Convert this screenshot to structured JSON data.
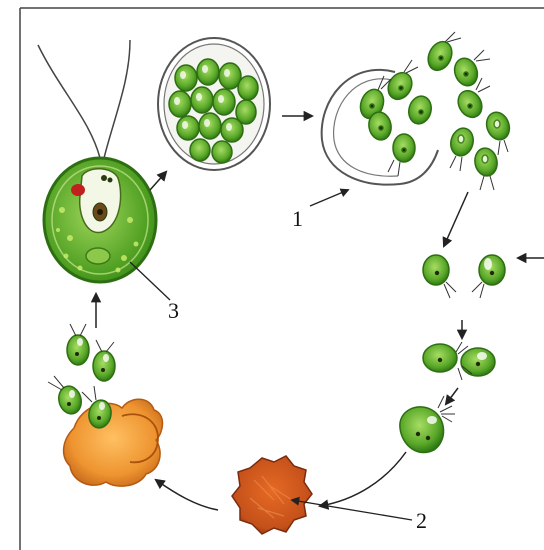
{
  "labels": {
    "one": "1",
    "two": "2",
    "three": "3"
  },
  "colors": {
    "cell_green": "#5aa829",
    "cell_dark": "#2f7a14",
    "cell_light": "#8ccf4f",
    "zygote_orange": "#e08a2a",
    "zygote_brown": "#c9581a",
    "eyespot_red": "#c0201e",
    "nucleus": "#2a3a10",
    "wall": "#555555",
    "arrow": "#222222",
    "background": "#ffffff"
  }
}
